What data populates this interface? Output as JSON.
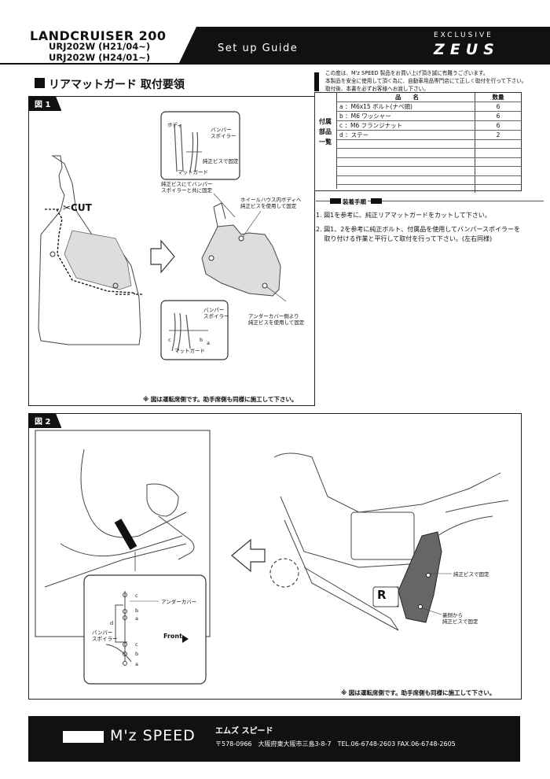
{
  "header": {
    "model": "LANDCRUISER 200",
    "code_line1": "URJ202W (H21/04~)",
    "code_line2": "URJ202W (H24/01~)",
    "setup": "Set up Guide",
    "exclusive": "EXCLUSIVE",
    "brand": "ZEUS"
  },
  "title": "リアマットガード 取付要領",
  "notice": [
    "この度は、M'z SPEED 製品をお買い上げ頂き誠に有難うございます。",
    "本製品を安全に使用して頂く為に、自動車用品専門店にて正しく取付を行って下さい。",
    "取付後、本書を必ずお客様へお渡し下さい。"
  ],
  "parts": {
    "side_label": "付属部品一覧",
    "header": {
      "name": "品　　名",
      "qty": "数量"
    },
    "rows": [
      {
        "name": "a ：M6x15 ボルト(ナベ頭)",
        "qty": "6"
      },
      {
        "name": "b ：M6 ワッシャー",
        "qty": "6"
      },
      {
        "name": "c ：M6 フランジナット",
        "qty": "6"
      },
      {
        "name": "d ：ステー",
        "qty": "2"
      },
      {
        "name": "",
        "qty": ""
      },
      {
        "name": "",
        "qty": ""
      },
      {
        "name": "",
        "qty": ""
      },
      {
        "name": "",
        "qty": ""
      },
      {
        "name": "",
        "qty": ""
      },
      {
        "name": "",
        "qty": ""
      }
    ]
  },
  "procedure": {
    "heading": "装着手順",
    "steps": [
      "1. 図1を参考に、純正リアマットガードをカットして下さい。",
      "2. 図1、2を参考に純正ボルト、付属品を使用してバンパースポイラーを",
      "　 取り付ける作業と平行して取付を行って下さい。(左右同様)"
    ]
  },
  "fig1": {
    "tab": "図 1",
    "cut": "✂CUT",
    "labels": {
      "body": "ボディ",
      "bumper_spoiler": "バンパー\nスポイラー",
      "genuine_screw_fix": "純正ビスで固定",
      "mat_guard": "マットガード",
      "screw_together": "純正ビスにてバンパー\nスポイラーと共に固定",
      "wheelhouse": "ホイールハウス内ボディへ\n純正ビスを使用して固定",
      "bumper_spoiler2": "バンパー\nスポイラー",
      "c": "c",
      "b": "b",
      "a": "a",
      "mat_guard2": "マットガード",
      "undercover": "アンダーカバー側より\n純正ビスを使用して固定"
    },
    "note": "※ 図は運転席側です。助手席側も同様に施工して下さい。"
  },
  "fig2": {
    "tab": "図 2",
    "labels": {
      "undercover": "アンダーカバー",
      "d": "d",
      "bumper_spoiler": "バンパー\nスポイラー",
      "front": "Front",
      "c1": "c",
      "b1": "b",
      "a1": "a",
      "c2": "c",
      "b2": "b",
      "a2": "a",
      "genuine_screw_fix": "純正ビスで固定",
      "from_back": "裏側から\n純正ビスで固定",
      "r_mark": "R"
    },
    "note": "※ 図は運転席側です。助手席側も同様に施工して下さい。"
  },
  "footer": {
    "logo": "M'z SPEED",
    "name": "エムズ スピード",
    "address": "〒578-0966　大阪府東大阪市三島3-8-7　TEL.06-6748-2603  FAX.06-6748-2605"
  }
}
